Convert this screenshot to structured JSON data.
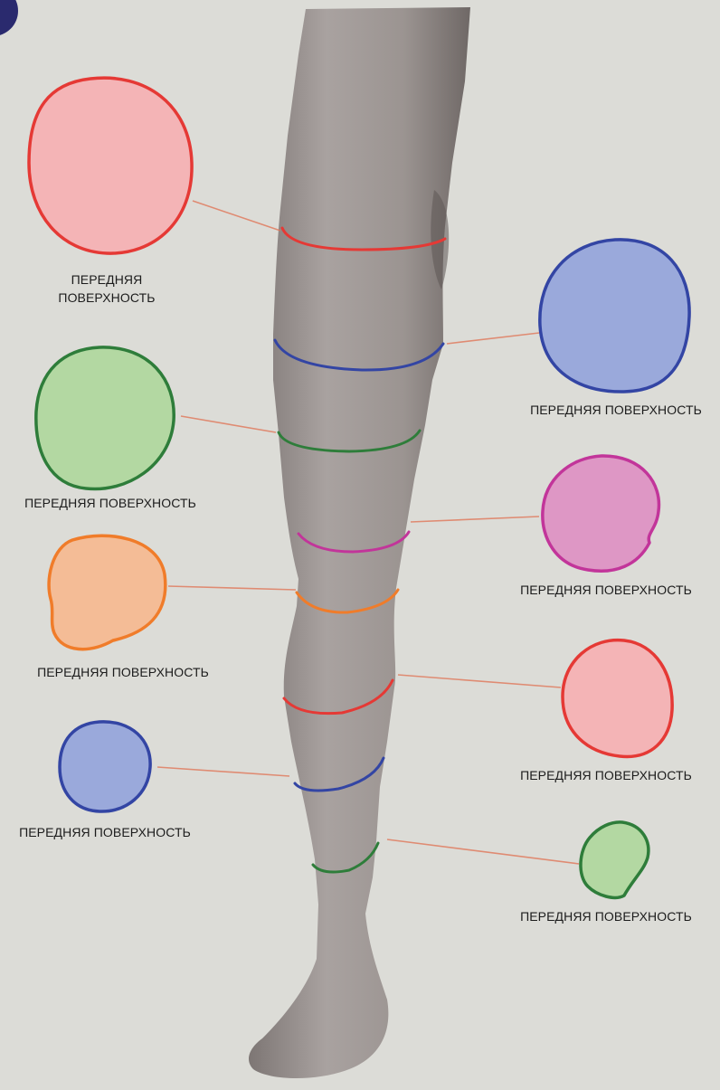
{
  "colors": {
    "background": "#dcdcd7",
    "leg_skin": "#9e9794",
    "leader_line": "#e0775a",
    "corner_badge": "#2a2a6e"
  },
  "sections": [
    {
      "id": "left-1",
      "side": "left",
      "level": "upper-thigh",
      "label": "ПЕРЕДНЯЯ\nПОВЕРХНОСТЬ",
      "stroke": "#e53935",
      "fill": "#f4b4b6"
    },
    {
      "id": "left-2",
      "side": "left",
      "level": "lower-thigh",
      "label": "ПЕРЕДНЯЯ ПОВЕРХНОСТЬ",
      "stroke": "#2e7d3a",
      "fill": "#b3d8a2"
    },
    {
      "id": "left-3",
      "side": "left",
      "level": "knee-low",
      "label": "ПЕРЕДНЯЯ ПОВЕРХНОСТЬ",
      "stroke": "#f07c2a",
      "fill": "#f4bc96"
    },
    {
      "id": "left-4",
      "side": "left",
      "level": "lower-calf",
      "label": "ПЕРЕДНЯЯ ПОВЕРХНОСТЬ",
      "stroke": "#3345a4",
      "fill": "#9aa9db"
    },
    {
      "id": "right-1",
      "side": "right",
      "level": "mid-thigh",
      "label": "ПЕРЕДНЯЯ ПОВЕРХНОСТЬ",
      "stroke": "#3345a4",
      "fill": "#9aa9db"
    },
    {
      "id": "right-2",
      "side": "right",
      "level": "above-knee",
      "label": "ПЕРЕДНЯЯ ПОВЕРХНОСТЬ",
      "stroke": "#c2359a",
      "fill": "#de97c5"
    },
    {
      "id": "right-3",
      "side": "right",
      "level": "upper-calf",
      "label": "ПЕРЕДНЯЯ ПОВЕРХНОСТЬ",
      "stroke": "#e53935",
      "fill": "#f4b4b6"
    },
    {
      "id": "right-4",
      "side": "right",
      "level": "ankle",
      "label": "ПЕРЕДНЯЯ ПОВЕРХНОСТЬ",
      "stroke": "#2e7d3a",
      "fill": "#b3d8a2"
    }
  ]
}
